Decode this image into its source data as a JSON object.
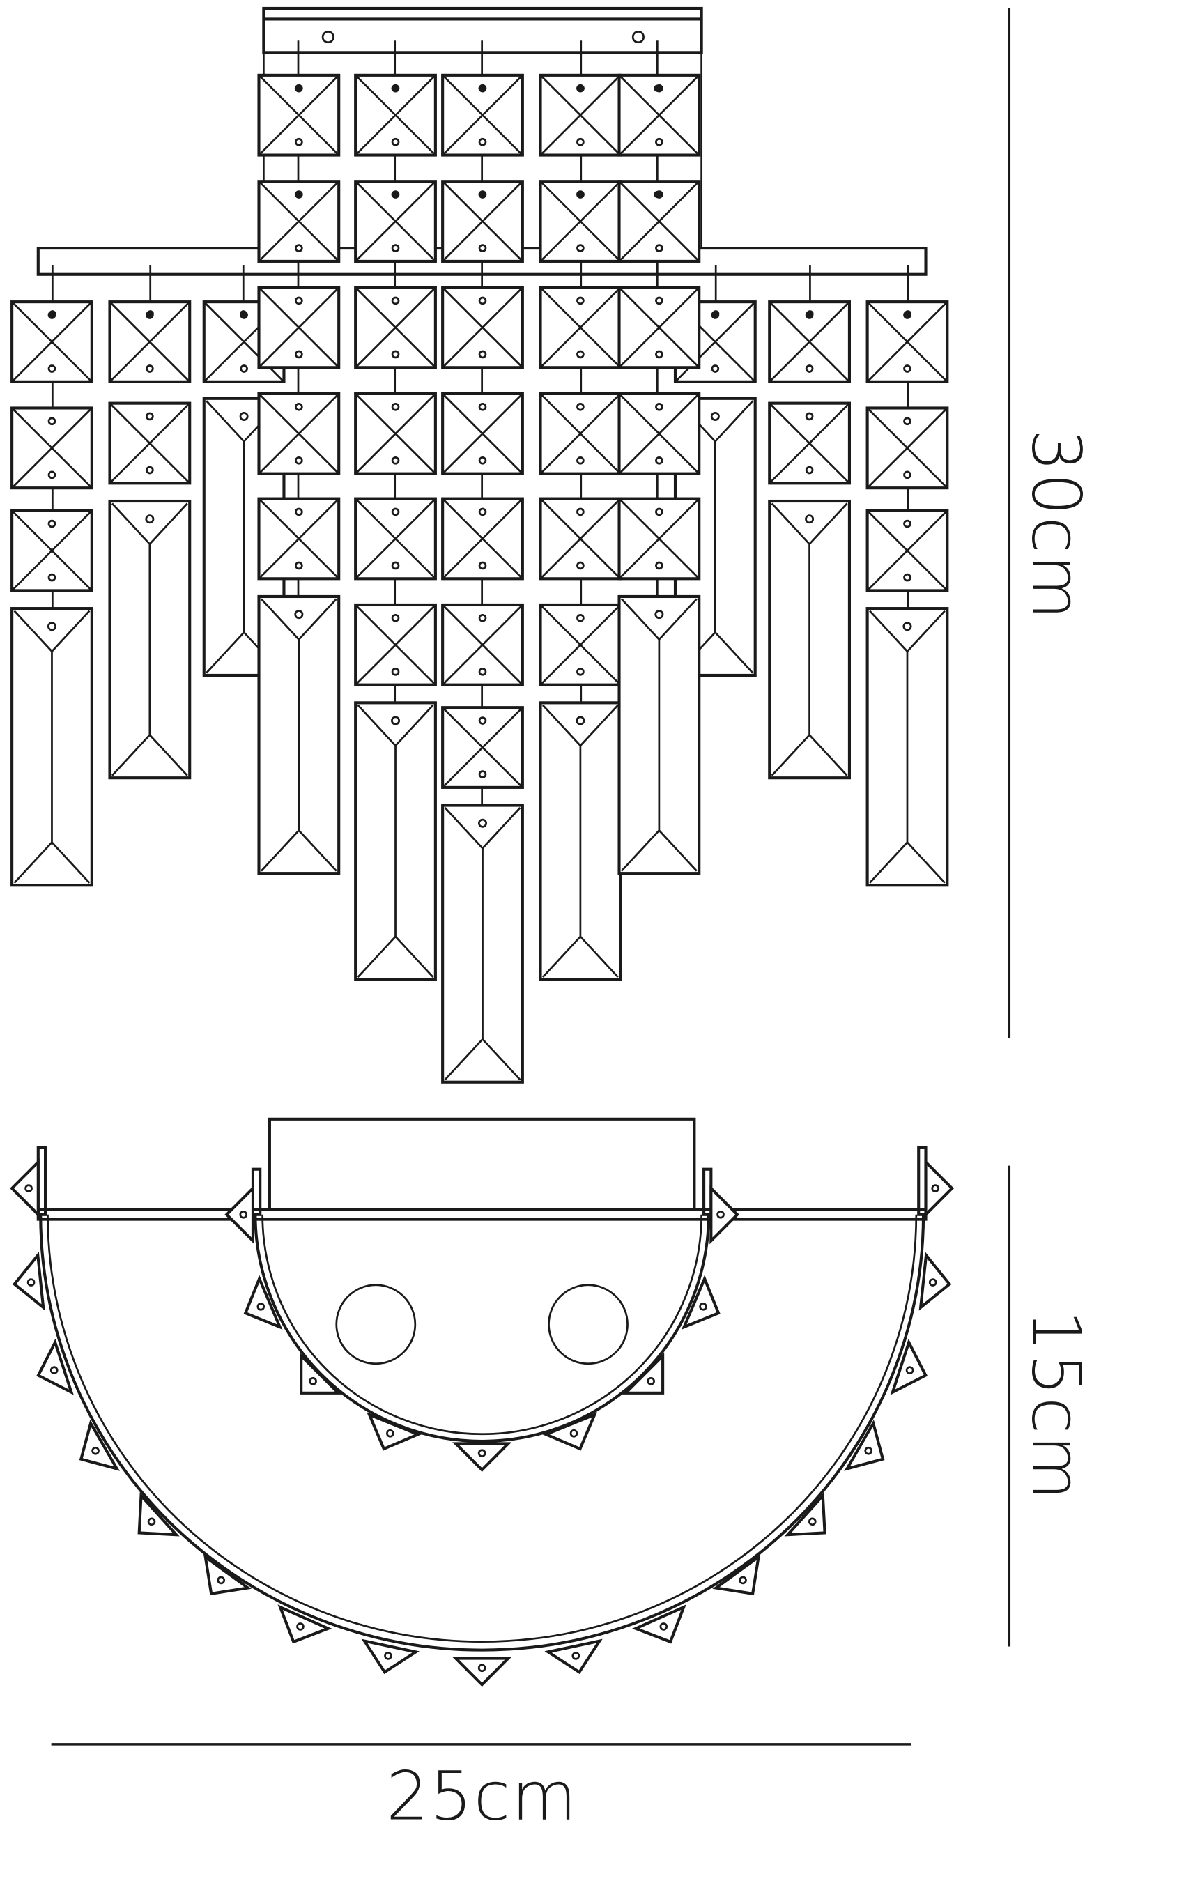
{
  "drawing": {
    "title": "Crystal wall light dimension drawing",
    "views": [
      "front-elevation",
      "top-plan"
    ]
  },
  "dimensions": {
    "height": {
      "label": "30cm",
      "orientation": "vertical"
    },
    "depth": {
      "label": "15cm",
      "orientation": "vertical"
    },
    "width": {
      "label": "25cm",
      "orientation": "horizontal"
    }
  },
  "colors": {
    "line": "#1a1a1a",
    "background": "#ffffff"
  }
}
